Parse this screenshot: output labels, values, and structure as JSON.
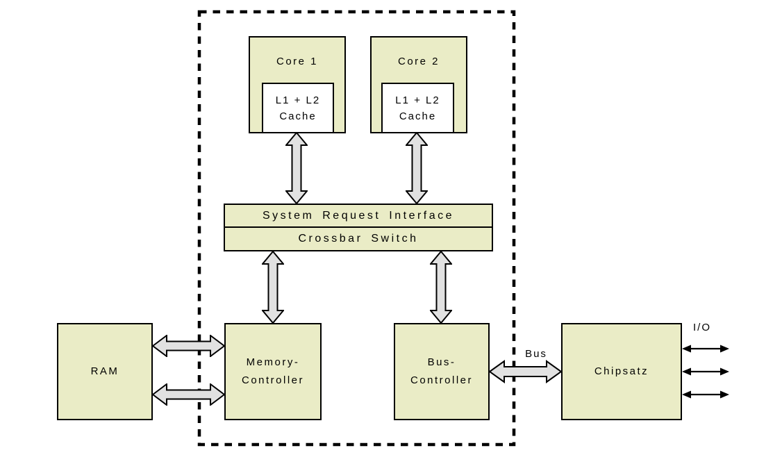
{
  "theme": {
    "background": "#ffffff",
    "box_fill": "#eaecc6",
    "box_border": "#000000",
    "cache_fill": "#ffffff",
    "arrow_fill": "#e1e1e1",
    "arrow_stroke": "#000000",
    "text_color": "#000000"
  },
  "nodes": {
    "core1": {
      "label": "Core 1"
    },
    "core2": {
      "label": "Core 2"
    },
    "cache1": {
      "lines": [
        "L1 + L2",
        "Cache"
      ]
    },
    "cache2": {
      "lines": [
        "L1 + L2",
        "Cache"
      ]
    },
    "sri": {
      "label": "System Request Interface"
    },
    "crossbar": {
      "label": "Crossbar Switch"
    },
    "ram": {
      "label": "RAM"
    },
    "memory_controller": {
      "lines": [
        "Memory-",
        "Controller"
      ]
    },
    "bus_controller": {
      "lines": [
        "Bus-",
        "Controller"
      ]
    },
    "chipset": {
      "label": "Chipsatz"
    }
  },
  "labels": {
    "bus": "Bus",
    "io": "I/O"
  }
}
